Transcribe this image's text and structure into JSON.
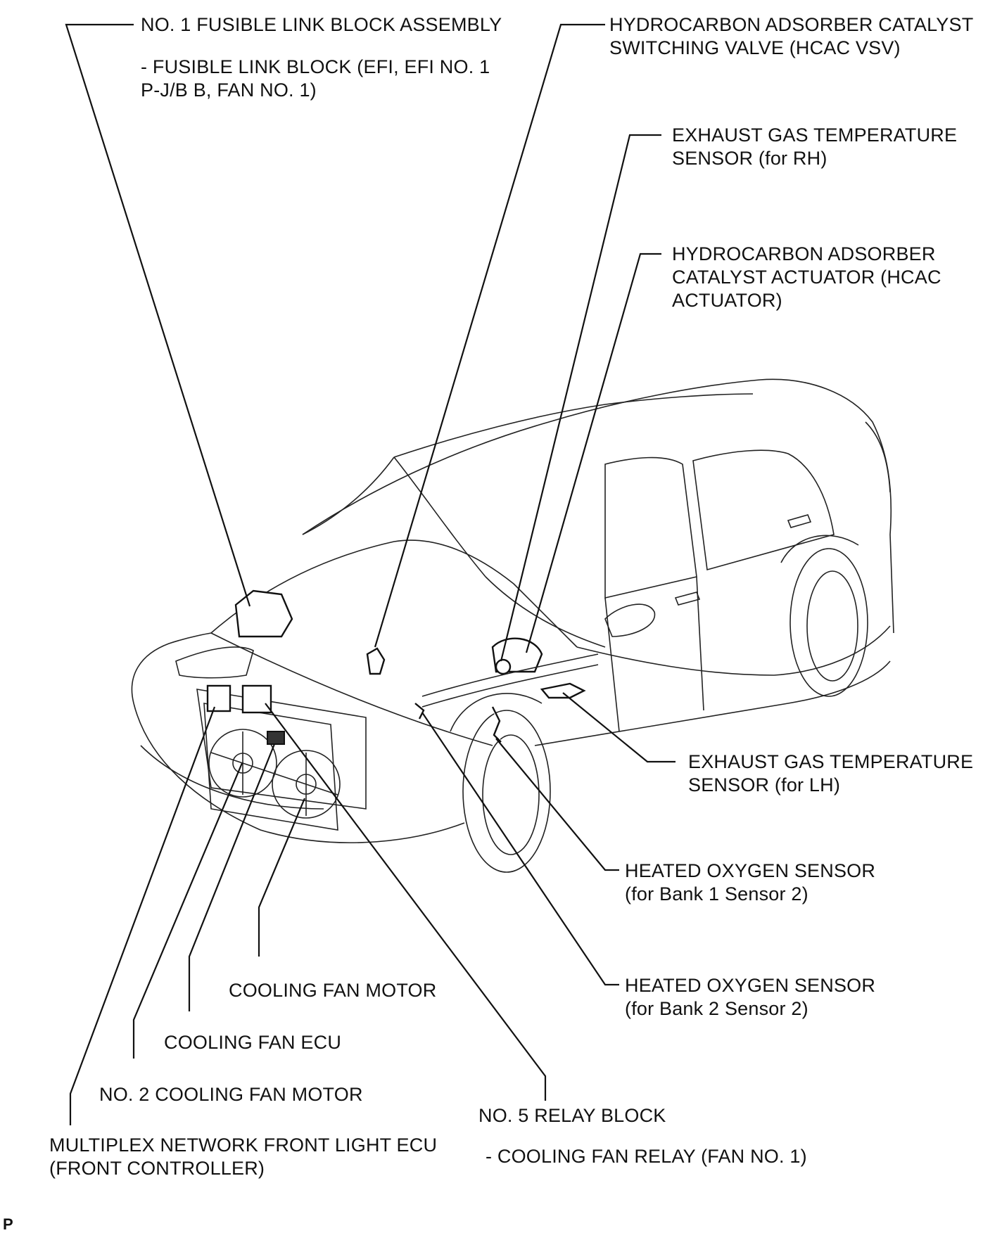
{
  "labels": {
    "fusible_link_block": "NO. 1 FUSIBLE LINK BLOCK ASSEMBLY",
    "fusible_link_sub": "- FUSIBLE LINK BLOCK (EFI, EFI NO. 1\nP-J/B B, FAN NO. 1)",
    "hcac_vsv": "HYDROCARBON ADSORBER CATALYST\nSWITCHING VALVE (HCAC VSV)",
    "egt_rh": "EXHAUST GAS TEMPERATURE\nSENSOR (for RH)",
    "hcac_actuator": "HYDROCARBON ADSORBER\nCATALYST ACTUATOR (HCAC\nACTUATOR)",
    "egt_lh": "EXHAUST GAS TEMPERATURE\nSENSOR (for LH)",
    "ho2s_b1s2": "HEATED OXYGEN SENSOR\n(for Bank 1 Sensor 2)",
    "ho2s_b2s2": "HEATED OXYGEN SENSOR\n(for Bank 2 Sensor 2)",
    "cooling_fan_motor": "COOLING FAN MOTOR",
    "cooling_fan_ecu": "COOLING FAN ECU",
    "no2_cooling_fan_motor": "NO. 2 COOLING FAN MOTOR",
    "front_light_ecu": "MULTIPLEX NETWORK FRONT LIGHT ECU\n(FRONT CONTROLLER)",
    "no5_relay_block": "NO. 5 RELAY BLOCK",
    "no5_relay_sub": "- COOLING FAN RELAY (FAN NO. 1)",
    "corner_mark": "P"
  }
}
